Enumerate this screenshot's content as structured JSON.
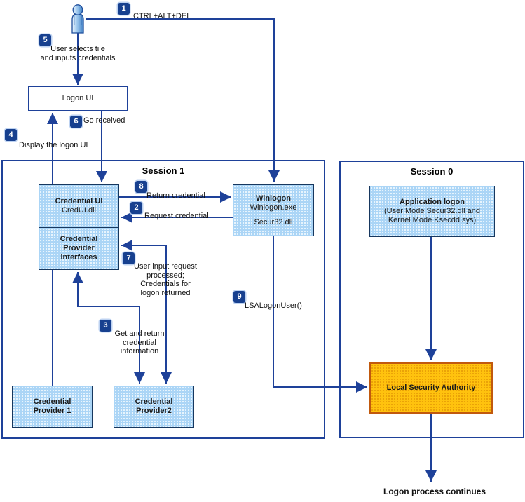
{
  "diagram": {
    "containers": {
      "session1": "Session 1",
      "session0": "Session 0"
    },
    "boxes": {
      "logon_ui": "Logon UI",
      "credential_ui_title": "Credential UI",
      "credential_ui_sub": "CredUI.dll",
      "cp_interfaces": "Credential\nProvider\ninterfaces",
      "winlogon_title": "Winlogon",
      "winlogon_sub": "Winlogon.exe",
      "winlogon_dll": "Secur32.dll",
      "app_logon_title": "Application logon",
      "app_logon_sub": "(User Mode Secur32.dll and\nKernel Mode Ksecdd.sys)",
      "cp1": "Credential\nProvider 1",
      "cp2": "Credential\nProvider2",
      "lsa": "Local Security Authority"
    },
    "steps": {
      "b1": "1",
      "b2": "2",
      "b3": "3",
      "b4": "4",
      "b5": "5",
      "b6": "6",
      "b7": "7",
      "b8": "8",
      "b9": "9"
    },
    "annotations": {
      "ctrl_alt_del": "CTRL+ALT+DEL",
      "user_selects": "User selects tile\nand inputs credentials",
      "display_logon_ui": "Display the logon UI",
      "go_received": "Go received",
      "return_credential": "Return credential",
      "request_credential": "Request credential",
      "user_input_request": "User input request\nprocessed;\nCredentials for\nlogon returned",
      "get_and_return": "Get and return\ncredential\ninformation",
      "lsa_logon_user": "LSALogonUser()",
      "logon_process_continues": "Logon process continues"
    },
    "icons": {
      "user_icon": "person-icon"
    },
    "colors": {
      "line": "#1e4199",
      "badge_bg": "#17408f",
      "box_fill": "#abd5f6",
      "box_border": "#17375e",
      "lsa_fill": "#ffc20e",
      "lsa_border": "#c1590e"
    }
  }
}
